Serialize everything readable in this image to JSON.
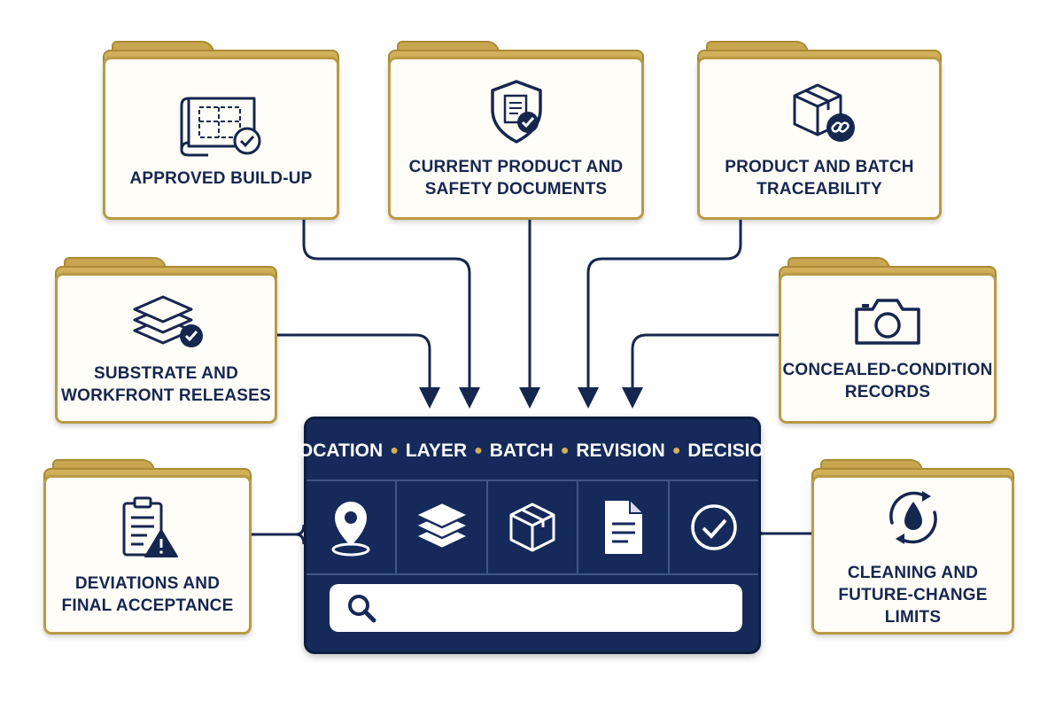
{
  "folders": {
    "approved_buildup": {
      "label": "APPROVED BUILD-UP",
      "icon": "blueprint-check-icon"
    },
    "product_safety": {
      "label": "CURRENT PRODUCT AND\nSAFETY DOCUMENTS",
      "icon": "shield-document-icon"
    },
    "batch_traceability": {
      "label": "PRODUCT AND BATCH\nTRACEABILITY",
      "icon": "box-link-icon"
    },
    "substrate_releases": {
      "label": "SUBSTRATE AND\nWORKFRONT RELEASES",
      "icon": "layers-check-icon"
    },
    "concealed_records": {
      "label": "CONCEALED-CONDITION\nRECORDS",
      "icon": "camera-icon"
    },
    "deviations": {
      "label": "DEVIATIONS AND\nFINAL ACCEPTANCE",
      "icon": "clipboard-warning-icon"
    },
    "cleaning_limits": {
      "label": "CLEANING AND\nFUTURE-CHANGE LIMITS",
      "icon": "water-cycle-icon"
    }
  },
  "index_panel": {
    "fields": [
      "LOCATION",
      "LAYER",
      "BATCH",
      "REVISION",
      "DECISION"
    ],
    "icons": [
      "location-pin-icon",
      "layers-icon",
      "box-icon",
      "document-icon",
      "check-circle-icon"
    ],
    "search_placeholder": ""
  },
  "colors": {
    "navy": "#152a5a",
    "gold": "#c9a54f",
    "card": "#fffdf7",
    "text": "#15264f"
  }
}
